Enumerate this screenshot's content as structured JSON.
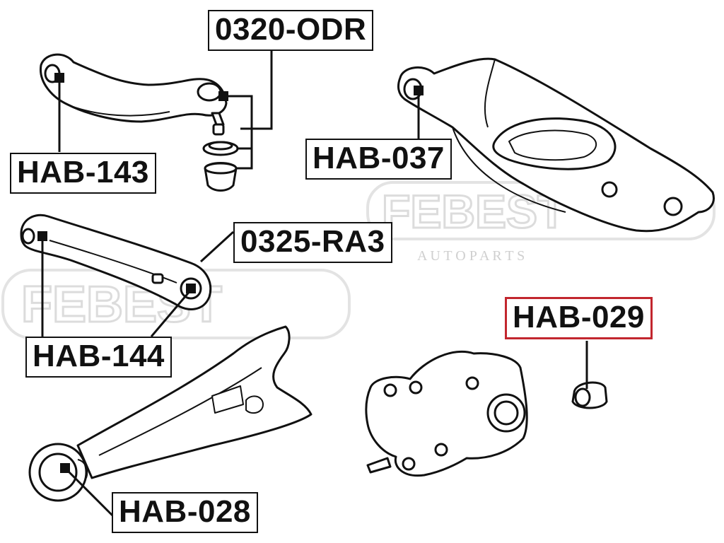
{
  "watermark": {
    "brand": "FEBEST",
    "subtitle": "A U T O   P A R T S",
    "color": "#dedede"
  },
  "labels": {
    "odr": "0320-ODR",
    "hab143": "HAB-143",
    "hab037": "HAB-037",
    "ra3": "0325-RA3",
    "hab144": "HAB-144",
    "hab029": "HAB-029",
    "hab028": "HAB-028"
  },
  "highlight_color": "#c2262e"
}
